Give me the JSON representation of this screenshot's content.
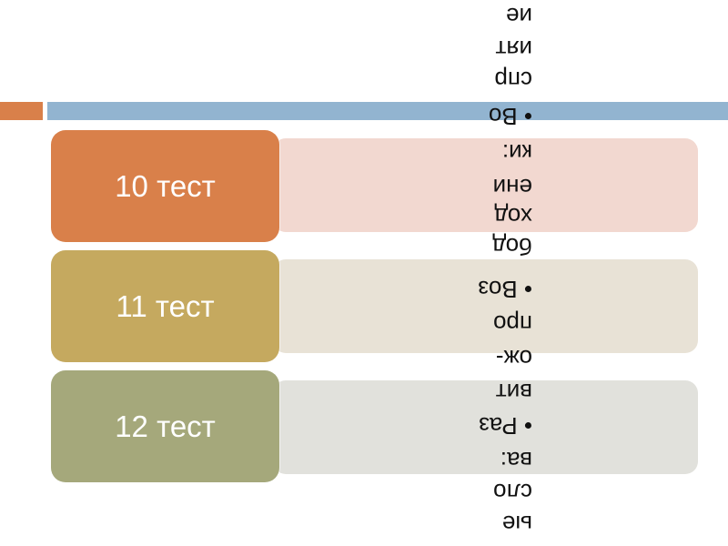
{
  "colors": {
    "accent_orange": "#D9804A",
    "accent_blue": "#92B4D0"
  },
  "items": [
    {
      "label": "10 тест",
      "color": "#D9804A",
      "bg": "#F2D8D0"
    },
    {
      "label": "11 тест",
      "color": "#C5A95F",
      "bg": "#E8E2D6"
    },
    {
      "label": "12 тест",
      "color": "#A5A87B",
      "bg": "#E1E1DC"
    }
  ],
  "rotated_text_lines": [
    "ие",
    "ият",
    "спр",
    "• Во",
    "ки:",
    "ени",
    "ход",
    "бод",
    "• Воз",
    "про",
    "ож-",
    "вит",
    "• Раз",
    "ва:",
    "сло",
    "ые"
  ]
}
